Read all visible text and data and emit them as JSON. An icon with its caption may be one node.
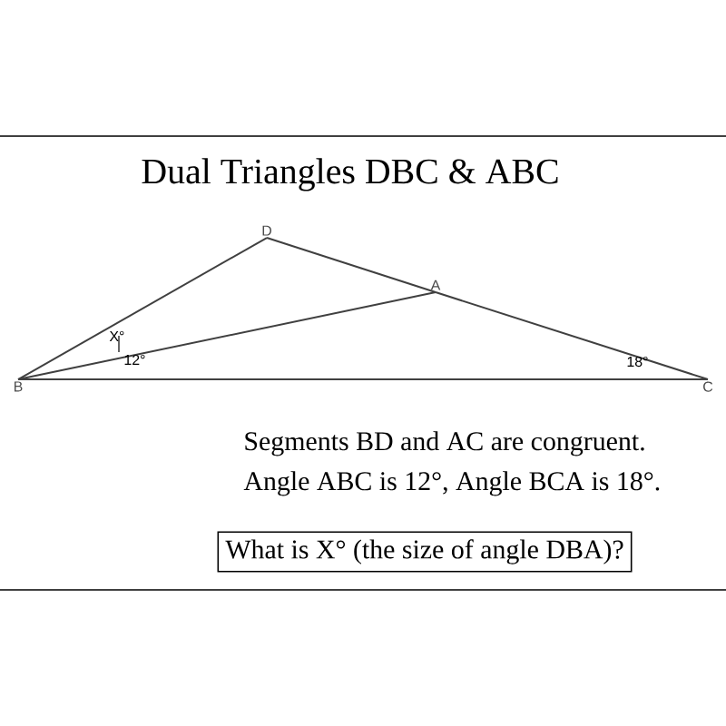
{
  "diagram": {
    "title": "Dual Triangles DBC & ABC",
    "nodes": [
      {
        "text": [
          "D"
        ]
      },
      {
        "text": [
          "A"
        ]
      },
      {
        "text": [
          "B"
        ]
      },
      {
        "text": [
          "C"
        ]
      },
      {
        "text": [
          "What is X° (the size of angle DBA)?"
        ]
      }
    ],
    "edges": [
      {
        "from": 2,
        "to": 0,
        "arrow": "none"
      },
      {
        "from": 0,
        "to": 1,
        "arrow": "none"
      },
      {
        "from": 1,
        "to": 3,
        "arrow": "none"
      },
      {
        "from": 2,
        "to": 1,
        "arrow": "none"
      },
      {
        "from": 2,
        "to": 3,
        "arrow": "none"
      }
    ],
    "labels": [
      "X°",
      "12°",
      "18°",
      "Segments BD and AC are congruent.",
      "Angle ABC is 12°, Angle BCA is 18°."
    ]
  }
}
